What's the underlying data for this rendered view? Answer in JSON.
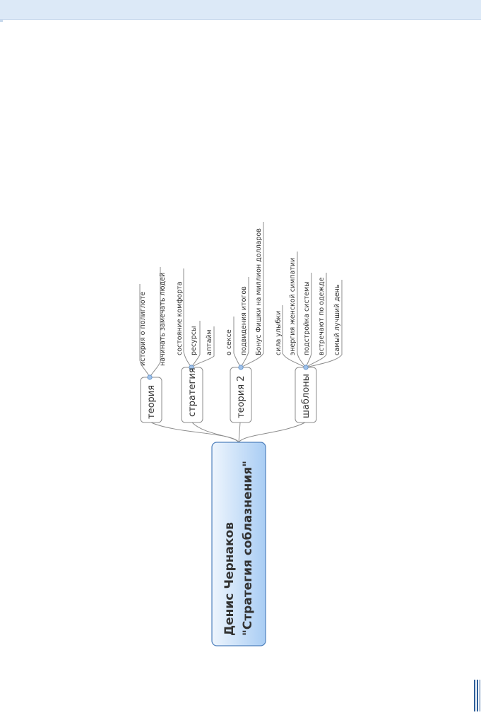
{
  "central": {
    "line1": "Денис Чернаков",
    "line2": "\"Стратегия соблазнения\""
  },
  "branches": [
    {
      "label": "теория",
      "children": [
        "история о полиглоте",
        "начинать замечать людей"
      ]
    },
    {
      "label": "стратегия",
      "children": [
        "состояние комфорта",
        "ресурсы",
        "аптайм"
      ]
    },
    {
      "label": "теория 2",
      "children": [
        "о сексе",
        "подвидения итогов",
        "Бонус Фишки на миллион долларов"
      ]
    },
    {
      "label": "шаблоны",
      "children": [
        "сила улыбки",
        "энергия женской симпатии",
        "подстройка системы",
        "встречают по одежде",
        "самый лучший день"
      ]
    }
  ],
  "colors": {
    "top_bar": "#dce9f7",
    "central_fill_start": "#eef5fd",
    "central_fill_end": "#a9cdf4",
    "central_border": "#4f81bd",
    "line": "#8c8c8c",
    "text": "#333333",
    "collapse_marker": "#9ec1ea"
  }
}
